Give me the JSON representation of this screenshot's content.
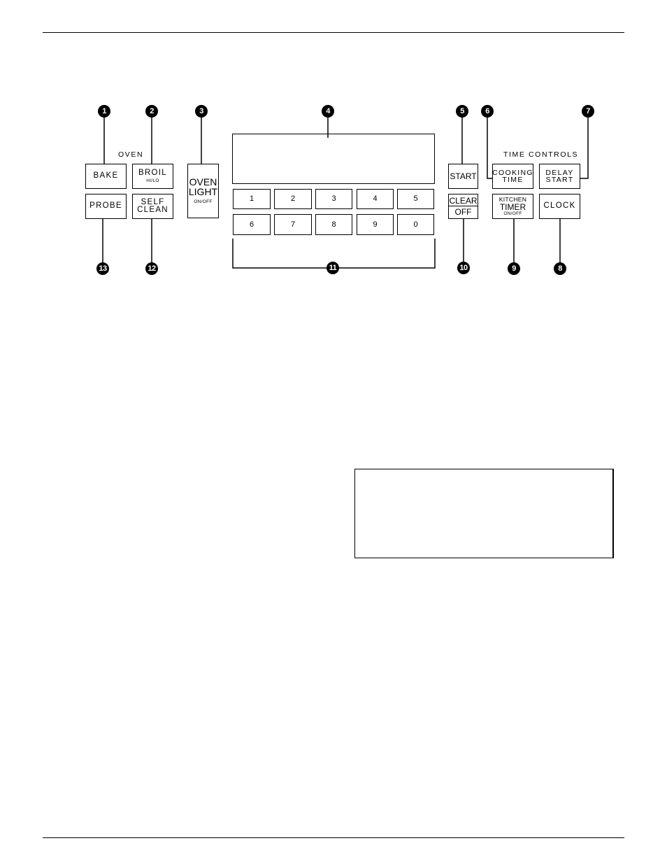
{
  "oven_group_label": "OVEN",
  "time_group_label": "TIME CONTROLS",
  "buttons": {
    "bake": "BAKE",
    "broil": "BROIL",
    "broil_sub": "HI/LO",
    "probe": "PROBE",
    "self_clean_1": "SELF",
    "self_clean_2": "CLEAN",
    "oven_light_1": "OVEN",
    "oven_light_2": "LIGHT",
    "oven_light_sub": "ON/OFF",
    "start": "START",
    "clear": "CLEAR",
    "off": "OFF",
    "cooking_1": "COOKING",
    "cooking_2": "TIME",
    "delay_1": "DELAY",
    "delay_2": "START",
    "kitchen": "KITCHEN",
    "timer": "TIMER",
    "timer_sub": "ON/OFF",
    "clock": "CLOCK"
  },
  "keypad": [
    "1",
    "2",
    "3",
    "4",
    "5",
    "6",
    "7",
    "8",
    "9",
    "0"
  ],
  "callouts": [
    "1",
    "2",
    "3",
    "4",
    "5",
    "6",
    "7",
    "8",
    "9",
    "10",
    "11",
    "12",
    "13"
  ]
}
